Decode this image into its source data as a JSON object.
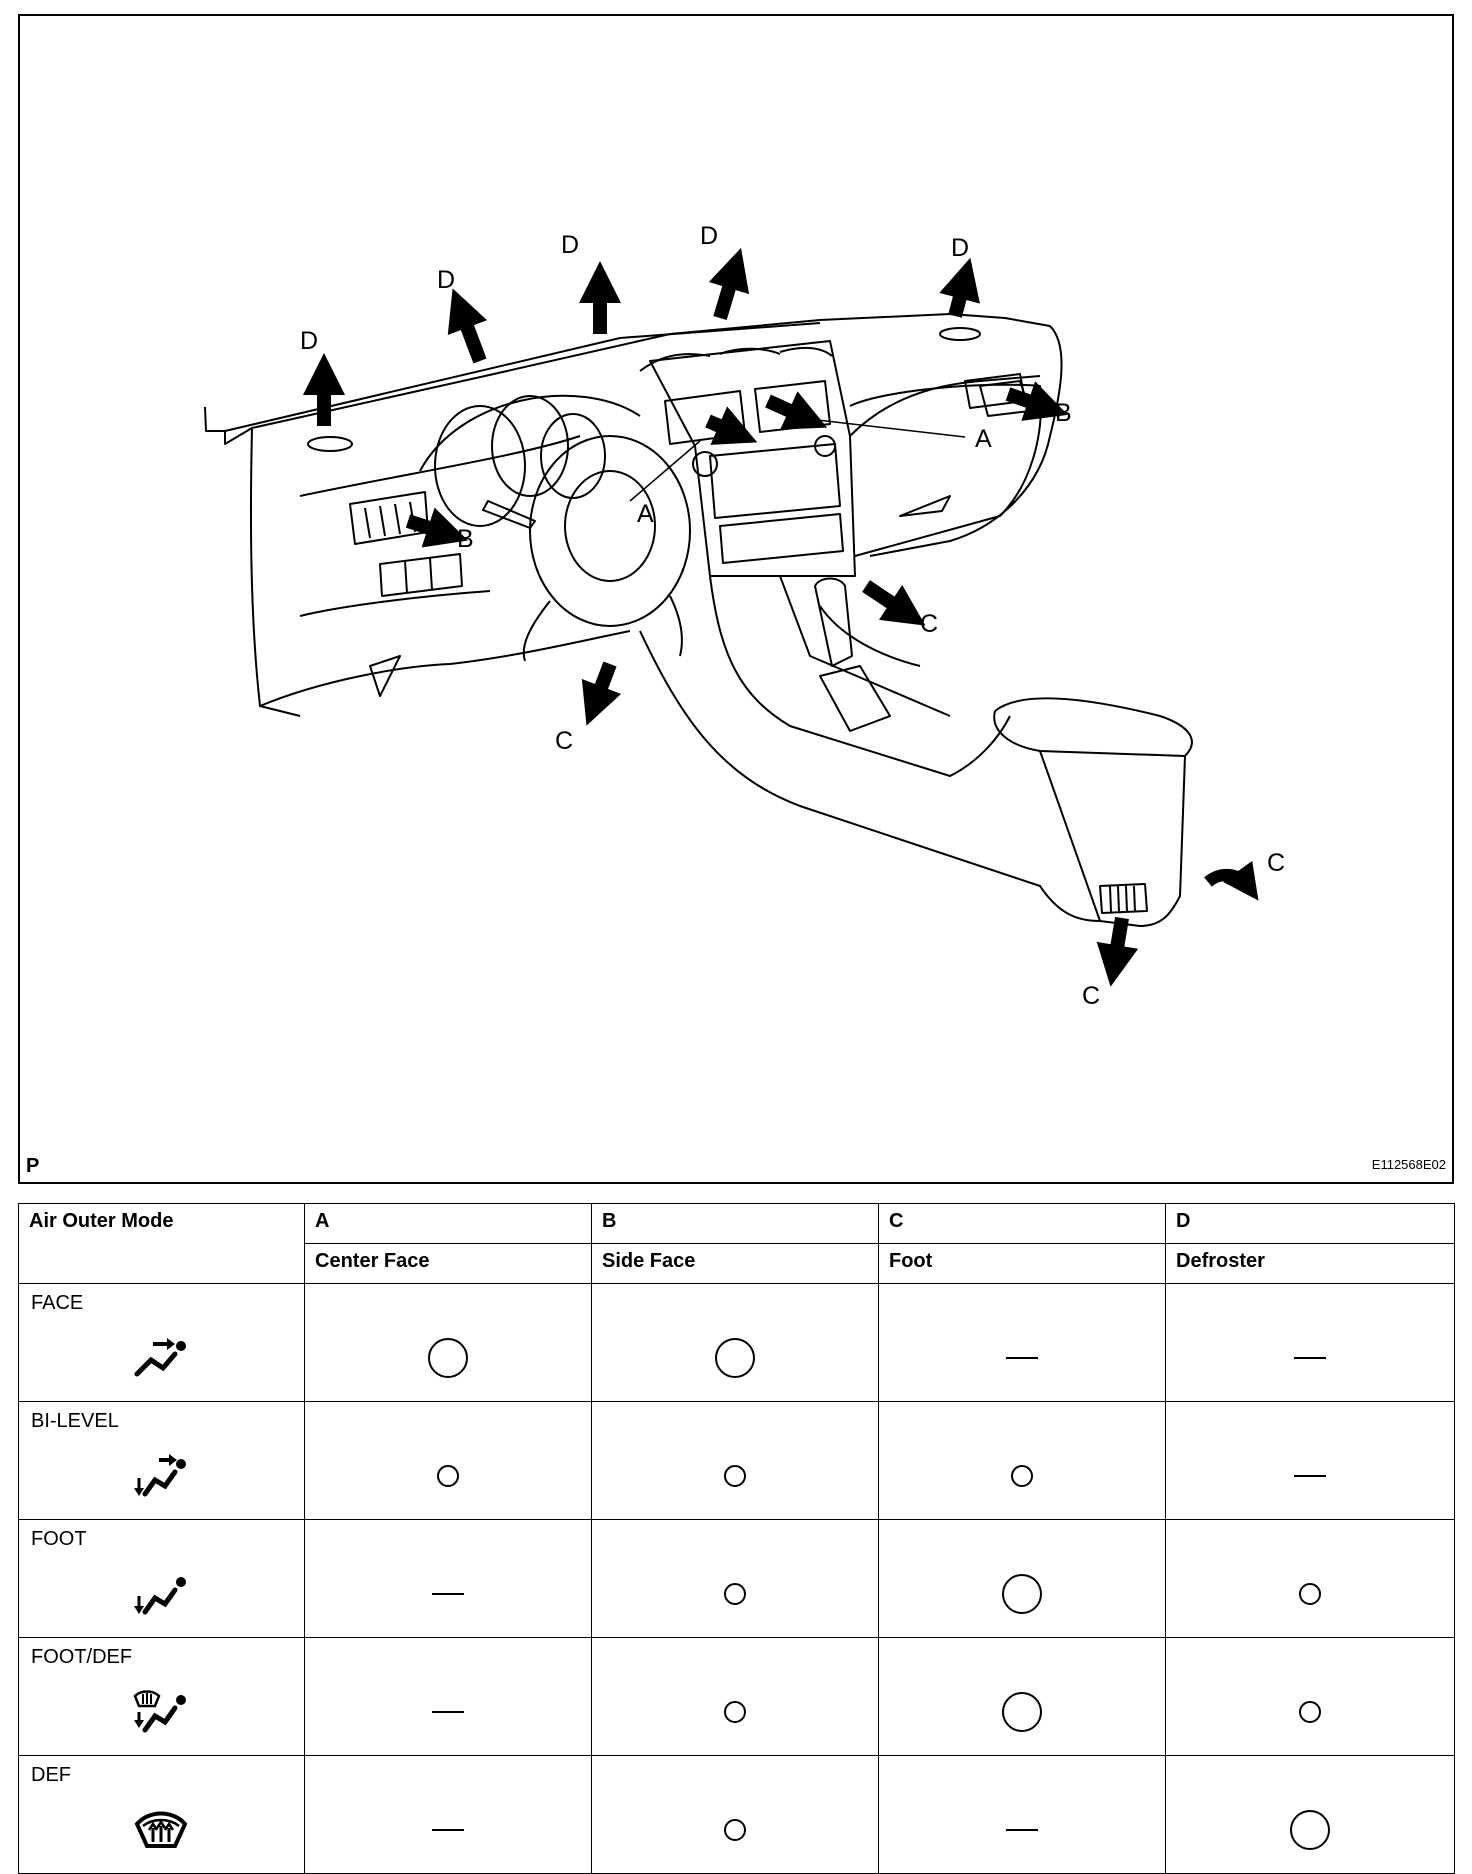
{
  "figure": {
    "corner_mark": "P",
    "figure_id": "E112568E02",
    "callouts": {
      "a1": "A",
      "a2": "A",
      "b1": "B",
      "b2": "B",
      "c1": "C",
      "c2": "C",
      "c3": "C",
      "c4": "C",
      "d1": "D",
      "d2": "D",
      "d3": "D",
      "d4": "D",
      "d5": "D"
    }
  },
  "table": {
    "header_mode": "Air Outer Mode",
    "outlets": [
      {
        "letter": "A",
        "name": "Center Face"
      },
      {
        "letter": "B",
        "name": "Side Face"
      },
      {
        "letter": "C",
        "name": "Foot"
      },
      {
        "letter": "D",
        "name": "Defroster"
      }
    ],
    "legend_note": "values: large = large circle, small = small circle, none = dash",
    "rows": [
      {
        "mode": "FACE",
        "icon": "face-mode-icon",
        "values": [
          "large",
          "large",
          "none",
          "none"
        ]
      },
      {
        "mode": "BI-LEVEL",
        "icon": "bi-level-mode-icon",
        "values": [
          "small",
          "small",
          "small",
          "none"
        ]
      },
      {
        "mode": "FOOT",
        "icon": "foot-mode-icon",
        "values": [
          "none",
          "small",
          "large",
          "small"
        ]
      },
      {
        "mode": "FOOT/DEF",
        "icon": "foot-def-mode-icon",
        "values": [
          "none",
          "small",
          "large",
          "small"
        ]
      },
      {
        "mode": "DEF",
        "icon": "def-mode-icon",
        "values": [
          "none",
          "small",
          "none",
          "large"
        ]
      }
    ]
  }
}
